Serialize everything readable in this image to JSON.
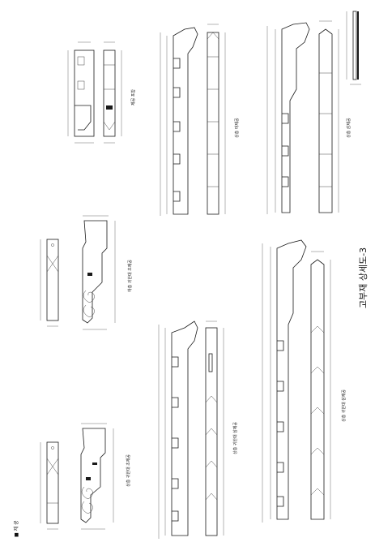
{
  "sheet": {
    "title": "고부재 상세도-3",
    "note": "■ 제 공"
  },
  "drawings": [
    {
      "id": "d1",
      "label": "상층 귀한대 초제공"
    },
    {
      "id": "d2",
      "label": "하층 귀한대 초제공"
    },
    {
      "id": "d3",
      "label": "제공 포함"
    },
    {
      "id": "d4",
      "label": "상층 귀한대 삼제공"
    },
    {
      "id": "d5",
      "label": "상층 이제공"
    },
    {
      "id": "d6",
      "label": "상층 귀한대 삼제공"
    },
    {
      "id": "d7",
      "label": "상층 삼제공"
    }
  ]
}
